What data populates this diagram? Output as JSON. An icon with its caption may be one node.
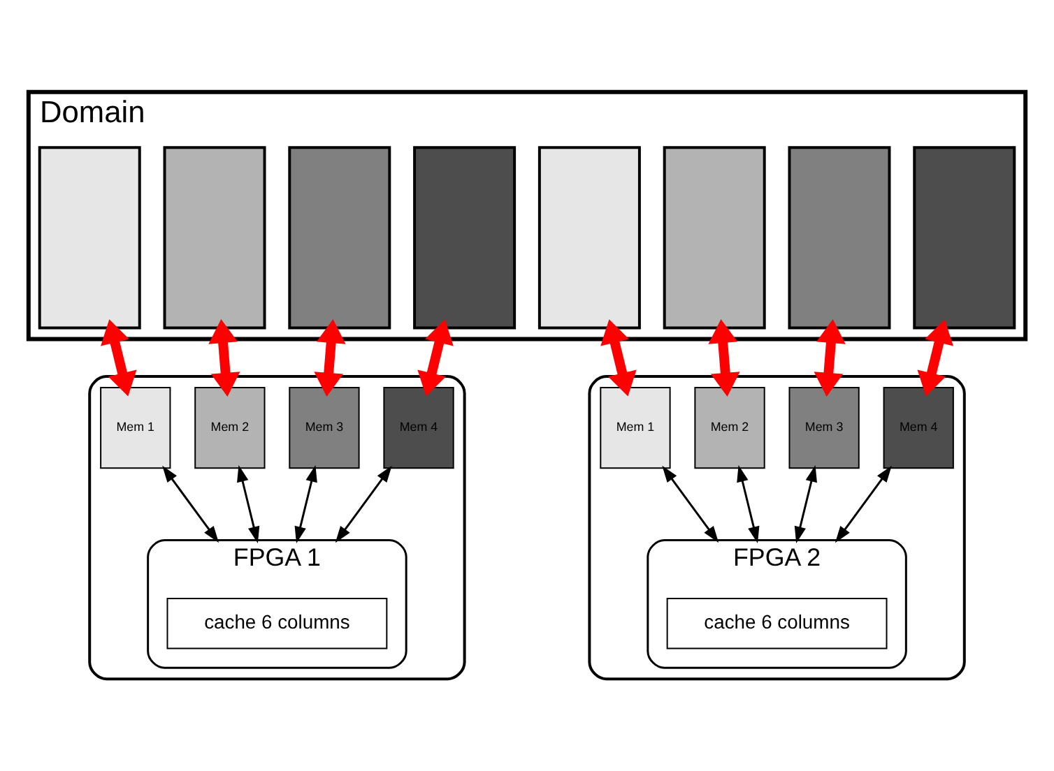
{
  "diagram": {
    "nodes": [
      {
        "text": [
          "Domain"
        ]
      },
      {
        "text": [],
        "shape": "bar",
        "in": 0
      },
      {
        "text": [],
        "shape": "bar",
        "in": 0
      },
      {
        "text": [],
        "shape": "bar",
        "in": 0
      },
      {
        "text": [],
        "shape": "bar",
        "in": 0
      },
      {
        "text": [],
        "shape": "bar",
        "in": 0
      },
      {
        "text": [],
        "shape": "bar",
        "in": 0
      },
      {
        "text": [],
        "shape": "bar",
        "in": 0
      },
      {
        "text": [],
        "shape": "bar",
        "in": 0
      },
      {
        "text": [],
        "shape": "box"
      },
      {
        "text": [
          "Mem 1"
        ],
        "in": 9
      },
      {
        "text": [
          "Mem 2"
        ],
        "in": 9
      },
      {
        "text": [
          "Mem 3"
        ],
        "in": 9
      },
      {
        "text": [
          "Mem 4"
        ],
        "in": 9
      },
      {
        "text": [
          "FPGA 1"
        ],
        "in": 9
      },
      {
        "text": [
          "cache 6 columns"
        ],
        "in": 14
      },
      {
        "text": [],
        "shape": "box"
      },
      {
        "text": [
          "Mem 1"
        ],
        "in": 16
      },
      {
        "text": [
          "Mem 2"
        ],
        "in": 16
      },
      {
        "text": [
          "Mem 3"
        ],
        "in": 16
      },
      {
        "text": [
          "Mem 4"
        ],
        "in": 16
      },
      {
        "text": [
          "FPGA 2"
        ],
        "in": 16
      },
      {
        "text": [
          "cache 6 columns"
        ],
        "in": 21
      }
    ],
    "edges": [
      {
        "from": 1,
        "to": 10,
        "arrow": "both",
        "style": "thick",
        "color": "#ff0000"
      },
      {
        "from": 2,
        "to": 11,
        "arrow": "both",
        "style": "thick",
        "color": "#ff0000"
      },
      {
        "from": 3,
        "to": 12,
        "arrow": "both",
        "style": "thick",
        "color": "#ff0000"
      },
      {
        "from": 4,
        "to": 13,
        "arrow": "both",
        "style": "thick",
        "color": "#ff0000"
      },
      {
        "from": 5,
        "to": 17,
        "arrow": "both",
        "style": "thick",
        "color": "#ff0000"
      },
      {
        "from": 6,
        "to": 18,
        "arrow": "both",
        "style": "thick",
        "color": "#ff0000"
      },
      {
        "from": 7,
        "to": 19,
        "arrow": "both",
        "style": "thick",
        "color": "#ff0000"
      },
      {
        "from": 8,
        "to": 20,
        "arrow": "both",
        "style": "thick",
        "color": "#ff0000"
      },
      {
        "from": 10,
        "to": 14,
        "arrow": "both",
        "color": "#000000"
      },
      {
        "from": 11,
        "to": 14,
        "arrow": "both",
        "color": "#000000"
      },
      {
        "from": 12,
        "to": 14,
        "arrow": "both",
        "color": "#000000"
      },
      {
        "from": 13,
        "to": 14,
        "arrow": "both",
        "color": "#000000"
      },
      {
        "from": 17,
        "to": 21,
        "arrow": "both",
        "color": "#000000"
      },
      {
        "from": 18,
        "to": 21,
        "arrow": "both",
        "color": "#000000"
      },
      {
        "from": 19,
        "to": 21,
        "arrow": "both",
        "color": "#000000"
      },
      {
        "from": 20,
        "to": 21,
        "arrow": "both",
        "color": "#000000"
      }
    ]
  }
}
